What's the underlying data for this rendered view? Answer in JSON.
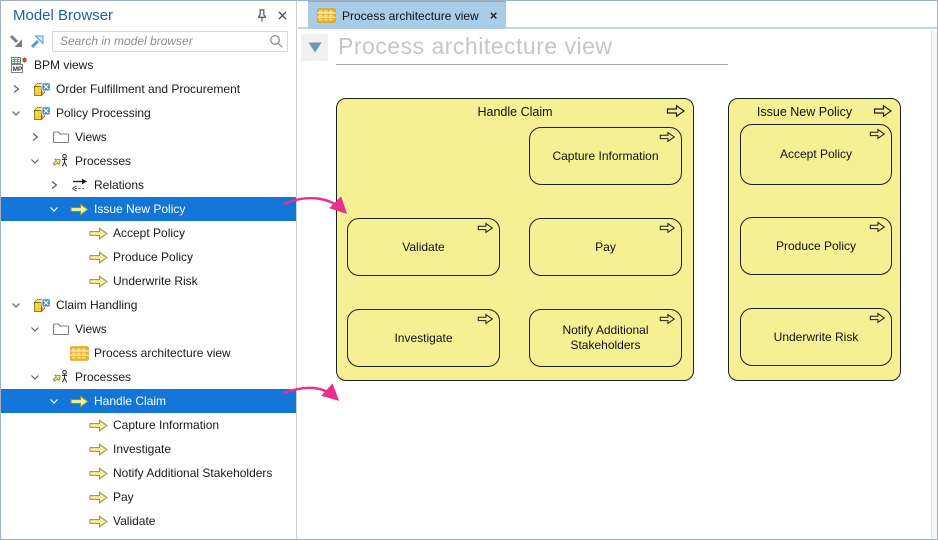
{
  "browser": {
    "title": "Model Browser",
    "search": {
      "placeholder": "Search in model browser"
    },
    "tree": [
      {
        "label": "BPM views",
        "level": 0,
        "icon": "model-root-icon",
        "expand": null,
        "selected": false
      },
      {
        "label": "Order Fulfillment and Procurement",
        "level": 1,
        "icon": "package-icon",
        "expand": "collapsed",
        "selected": false
      },
      {
        "label": "Policy Processing",
        "level": 1,
        "icon": "package-icon",
        "expand": "expanded",
        "selected": false
      },
      {
        "label": "Views",
        "level": 2,
        "icon": "folder-icon",
        "expand": "collapsed",
        "selected": false
      },
      {
        "label": "Processes",
        "level": 2,
        "icon": "processes-icon",
        "expand": "expanded",
        "selected": false
      },
      {
        "label": "Relations",
        "level": 3,
        "icon": "relations-icon",
        "expand": "collapsed",
        "selected": false
      },
      {
        "label": "Issue New Policy",
        "level": 3,
        "icon": "process-arrow-icon",
        "expand": "expanded",
        "selected": true
      },
      {
        "label": "Accept Policy",
        "level": 4,
        "icon": "process-arrow-icon",
        "expand": null,
        "selected": false
      },
      {
        "label": "Produce Policy",
        "level": 4,
        "icon": "process-arrow-icon",
        "expand": null,
        "selected": false
      },
      {
        "label": "Underwrite Risk",
        "level": 4,
        "icon": "process-arrow-icon",
        "expand": null,
        "selected": false
      },
      {
        "label": "Claim Handling",
        "level": 1,
        "icon": "package-icon",
        "expand": "expanded",
        "selected": false
      },
      {
        "label": "Views",
        "level": 2,
        "icon": "folder-icon",
        "expand": "expanded",
        "selected": false
      },
      {
        "label": "Process architecture view",
        "level": 3,
        "icon": "diagram-icon",
        "expand": null,
        "selected": false
      },
      {
        "label": "Processes",
        "level": 2,
        "icon": "processes-icon",
        "expand": "expanded",
        "selected": false
      },
      {
        "label": "Handle Claim",
        "level": 3,
        "icon": "process-arrow-icon",
        "expand": "expanded",
        "selected": true
      },
      {
        "label": "Capture Information",
        "level": 4,
        "icon": "process-arrow-icon",
        "expand": null,
        "selected": false
      },
      {
        "label": "Investigate",
        "level": 4,
        "icon": "process-arrow-icon",
        "expand": null,
        "selected": false
      },
      {
        "label": "Notify Additional Stakeholders",
        "level": 4,
        "icon": "process-arrow-icon",
        "expand": null,
        "selected": false
      },
      {
        "label": "Pay",
        "level": 4,
        "icon": "process-arrow-icon",
        "expand": null,
        "selected": false
      },
      {
        "label": "Validate",
        "level": 4,
        "icon": "process-arrow-icon",
        "expand": null,
        "selected": false
      }
    ]
  },
  "editor": {
    "tab": {
      "label": "Process architecture view",
      "icon": "diagram-icon",
      "close_glyph": "×"
    },
    "title": "Process architecture view",
    "diagram": {
      "groups": [
        {
          "label": "Handle Claim",
          "children": [
            {
              "label": "Capture Information"
            },
            {
              "label": "Validate"
            },
            {
              "label": "Pay"
            },
            {
              "label": "Investigate"
            },
            {
              "label": "Notify Additional Stakeholders"
            }
          ]
        },
        {
          "label": "Issue New Policy",
          "children": [
            {
              "label": "Accept Policy"
            },
            {
              "label": "Produce Policy"
            },
            {
              "label": "Underwrite Risk"
            }
          ]
        }
      ]
    }
  },
  "colors": {
    "selection_blue": "#1176d8",
    "header_blue": "#1d5f9f",
    "tab_blue": "#a9cde9",
    "process_yellow": "#f6f094",
    "annotation_pink": "#ed2e8c",
    "title_gray": "#c6c6c6"
  }
}
